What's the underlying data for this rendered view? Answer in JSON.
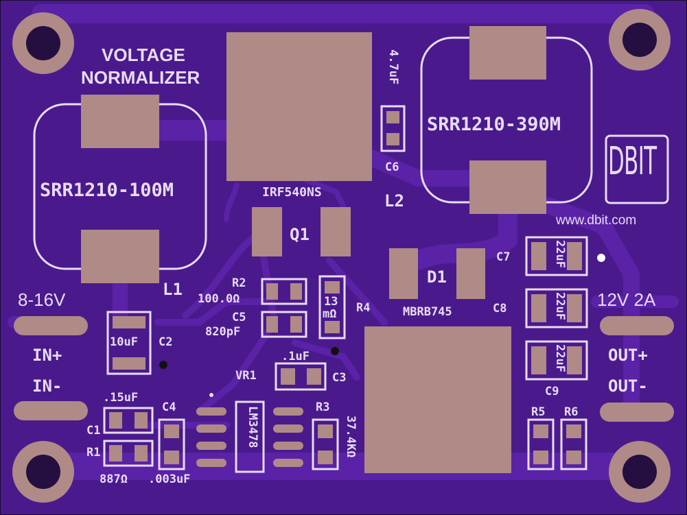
{
  "board": {
    "colors": {
      "soldermask": "#4a1a8c",
      "trace": "#5a23a8",
      "pad": "#b08a86",
      "silkscreen": "#e8dcf4",
      "hole": "#240f40"
    },
    "title_line1": "VOLTAGE",
    "title_line2": "NORMALIZER",
    "logo": "DBIT",
    "website": "www.dbit.com"
  },
  "inductors": {
    "l1": {
      "part": "SRR1210-100M",
      "ref": "L1"
    },
    "l2": {
      "part": "SRR1210-390M",
      "ref": "L2"
    }
  },
  "mosfet": {
    "part": "IRF540NS",
    "ref": "Q1"
  },
  "diode": {
    "ref": "D1",
    "part": "MBRB745"
  },
  "regulator": {
    "ref": "VR1",
    "part": "LM3478"
  },
  "input": {
    "range": "8-16V",
    "plus": "IN+",
    "minus": "IN-"
  },
  "output": {
    "rating": "12V 2A",
    "plus": "OUT+",
    "minus": "OUT-"
  },
  "components": {
    "c1": {
      "ref": "C1",
      "value": ".15uF"
    },
    "c2": {
      "ref": "C2",
      "value": "10uF"
    },
    "c3": {
      "ref": "C3",
      "value": ".1uF"
    },
    "c4": {
      "ref": "C4",
      "value": ".003uF"
    },
    "c5": {
      "ref": "C5",
      "value": "820pF"
    },
    "c6": {
      "ref": "C6",
      "value": "4.7uF"
    },
    "c7": {
      "ref": "C7",
      "value": "22uF"
    },
    "c8": {
      "ref": "C8",
      "value": "22uF"
    },
    "c9": {
      "ref": "C9",
      "value": "22uF"
    },
    "r1": {
      "ref": "R1",
      "value": "887Ω"
    },
    "r2": {
      "ref": "R2",
      "value": "100.0Ω"
    },
    "r3": {
      "ref": "R3",
      "value": "37.4KΩ"
    },
    "r4": {
      "ref": "R4",
      "value": "13 mΩ",
      "value_line1": "13",
      "value_line2": "mΩ"
    },
    "r5": {
      "ref": "R5"
    },
    "r6": {
      "ref": "R6"
    }
  }
}
